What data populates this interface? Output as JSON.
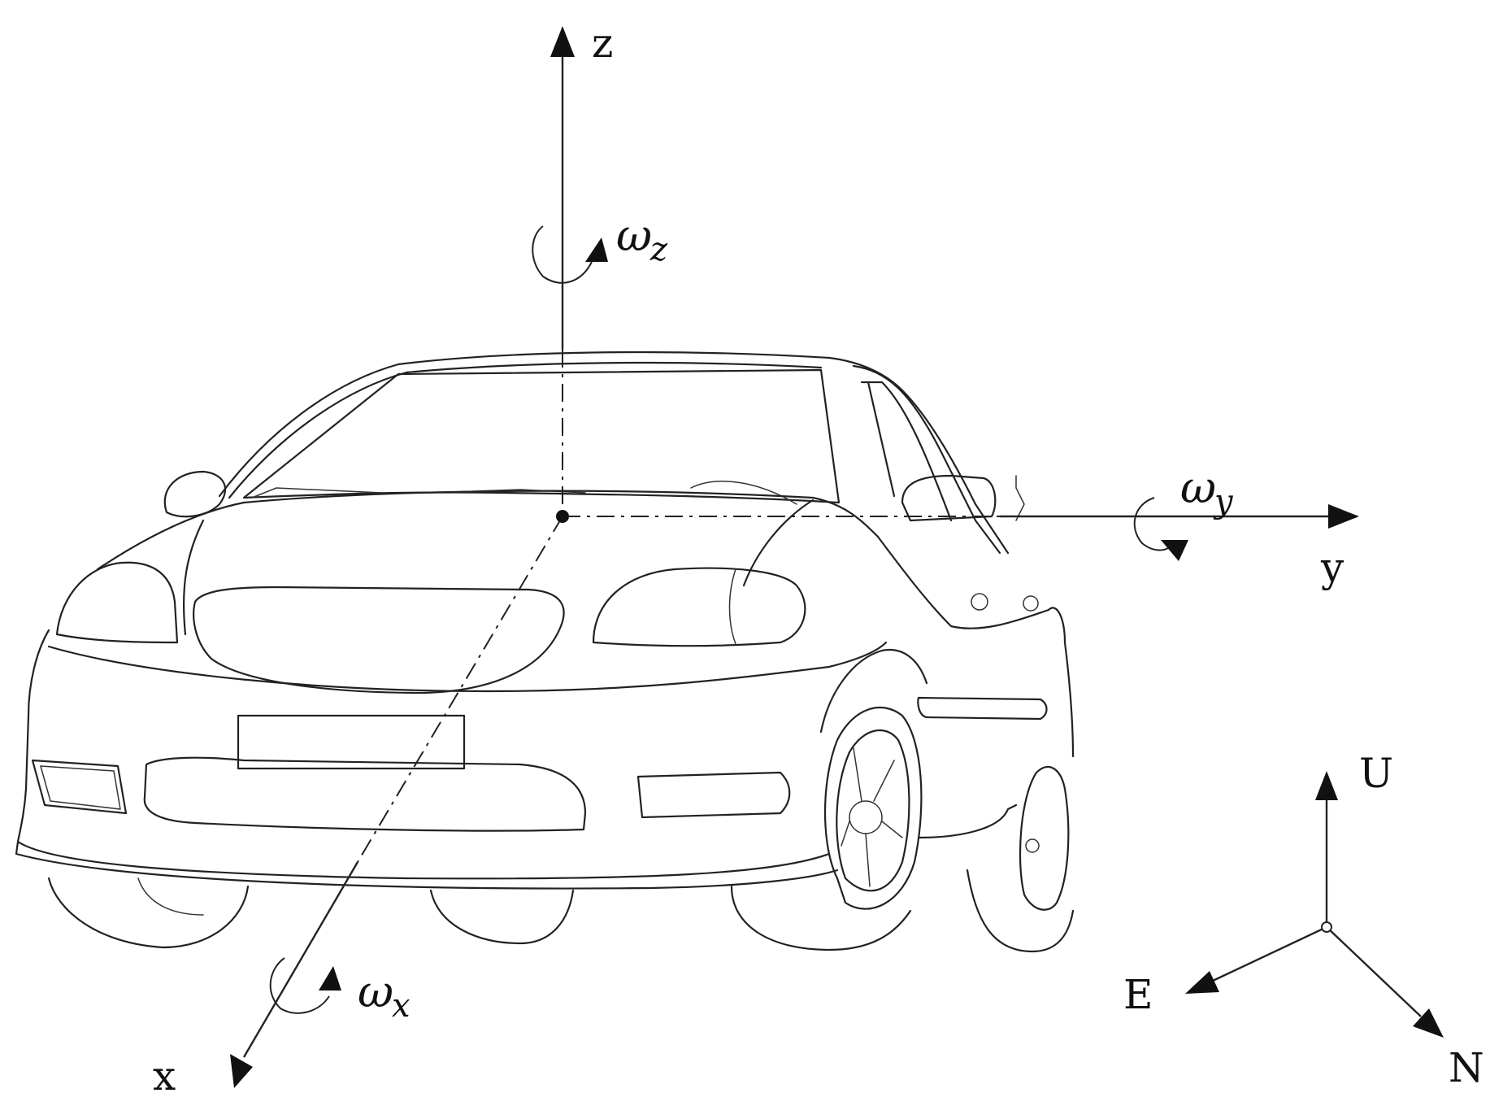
{
  "labels": {
    "z": "z",
    "y": "y",
    "x": "x",
    "omega_z_base": "ω",
    "omega_z_sub": "z",
    "omega_y_base": "ω",
    "omega_y_sub": "y",
    "omega_x_base": "ω",
    "omega_x_sub": "x",
    "U": "U",
    "E": "E",
    "N": "N"
  },
  "icons": [
    "car-drawing",
    "origin-dot"
  ],
  "colors": {
    "ink": "#111111",
    "background": "#ffffff"
  }
}
